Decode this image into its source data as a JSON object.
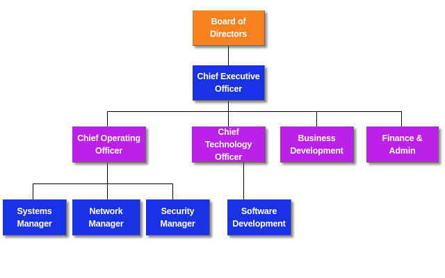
{
  "org_chart": {
    "board": {
      "label": "Board of Directors",
      "color": "#f5811f"
    },
    "ceo": {
      "label": "Chief Executive Officer",
      "color": "#1932e6"
    },
    "coo": {
      "label": "Chief Operating Officer",
      "color": "#bb21e8"
    },
    "cto": {
      "label": "Chief Technology Officer",
      "color": "#bb21e8"
    },
    "business_development": {
      "label": "Business Development",
      "color": "#bb21e8"
    },
    "finance_admin": {
      "label": "Finance & Admin",
      "color": "#bb21e8"
    },
    "systems_manager": {
      "label": "Systems Manager",
      "color": "#1932e6"
    },
    "network_manager": {
      "label": "Network Manager",
      "color": "#1932e6"
    },
    "security_manager": {
      "label": "Security Manager",
      "color": "#1932e6"
    },
    "software_development": {
      "label": "Software Development",
      "color": "#1932e6"
    }
  }
}
